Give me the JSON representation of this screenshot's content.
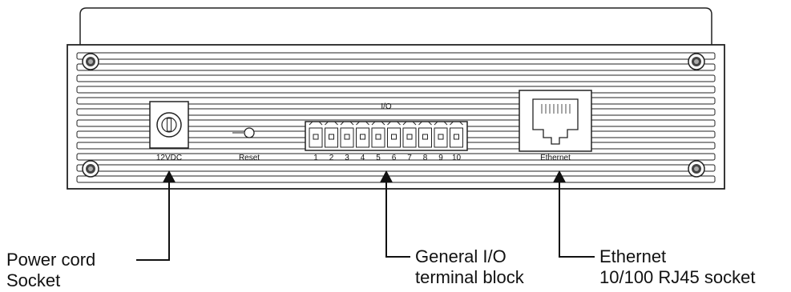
{
  "panel": {
    "power_label": "12VDC",
    "reset_label": "Reset",
    "io_label": "I/O",
    "ethernet_label": "Ethernet",
    "pins": [
      "1",
      "2",
      "3",
      "4",
      "5",
      "6",
      "7",
      "8",
      "9",
      "10"
    ]
  },
  "callouts": {
    "power_line1": "Power cord",
    "power_line2": "Socket",
    "io_line1": "General I/O",
    "io_line2": "terminal block",
    "eth_line1": "Ethernet",
    "eth_line2": "10/100 RJ45 socket"
  }
}
